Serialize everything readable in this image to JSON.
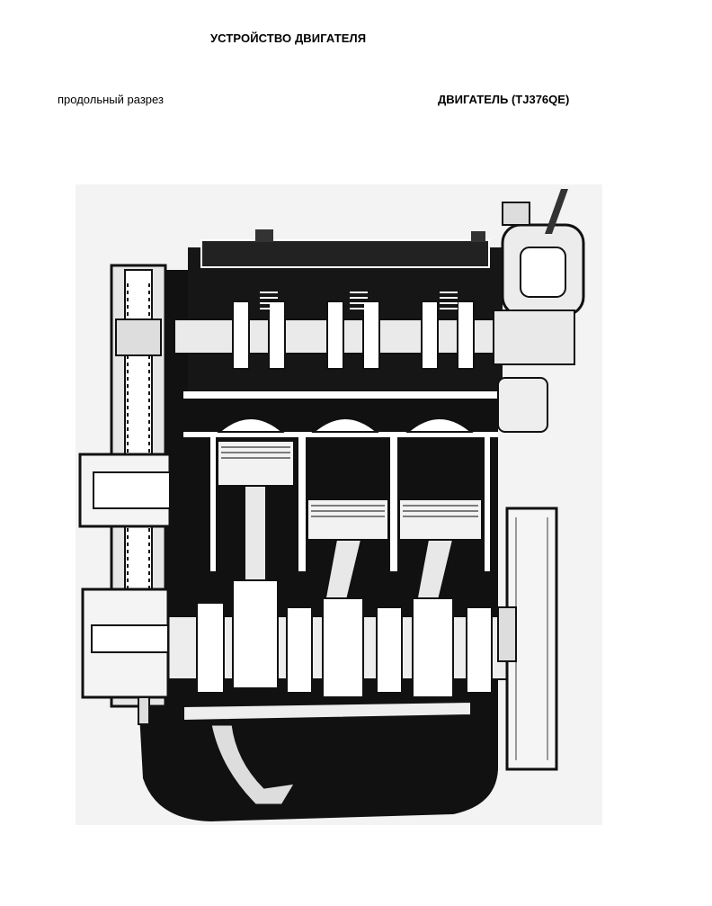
{
  "header": {
    "title": "УСТРОЙСТВО ДВИГАТЕЛЯ",
    "section_label": "продольный разрез",
    "engine_label": "ДВИГАТЕЛЬ (TJ376QE)"
  },
  "figure": {
    "icon": "engine-longitudinal-section-drawing",
    "colors": {
      "ink": "#111111",
      "paper": "#ffffff",
      "halftone": "#e9e9e9"
    },
    "piston_count": 3
  }
}
